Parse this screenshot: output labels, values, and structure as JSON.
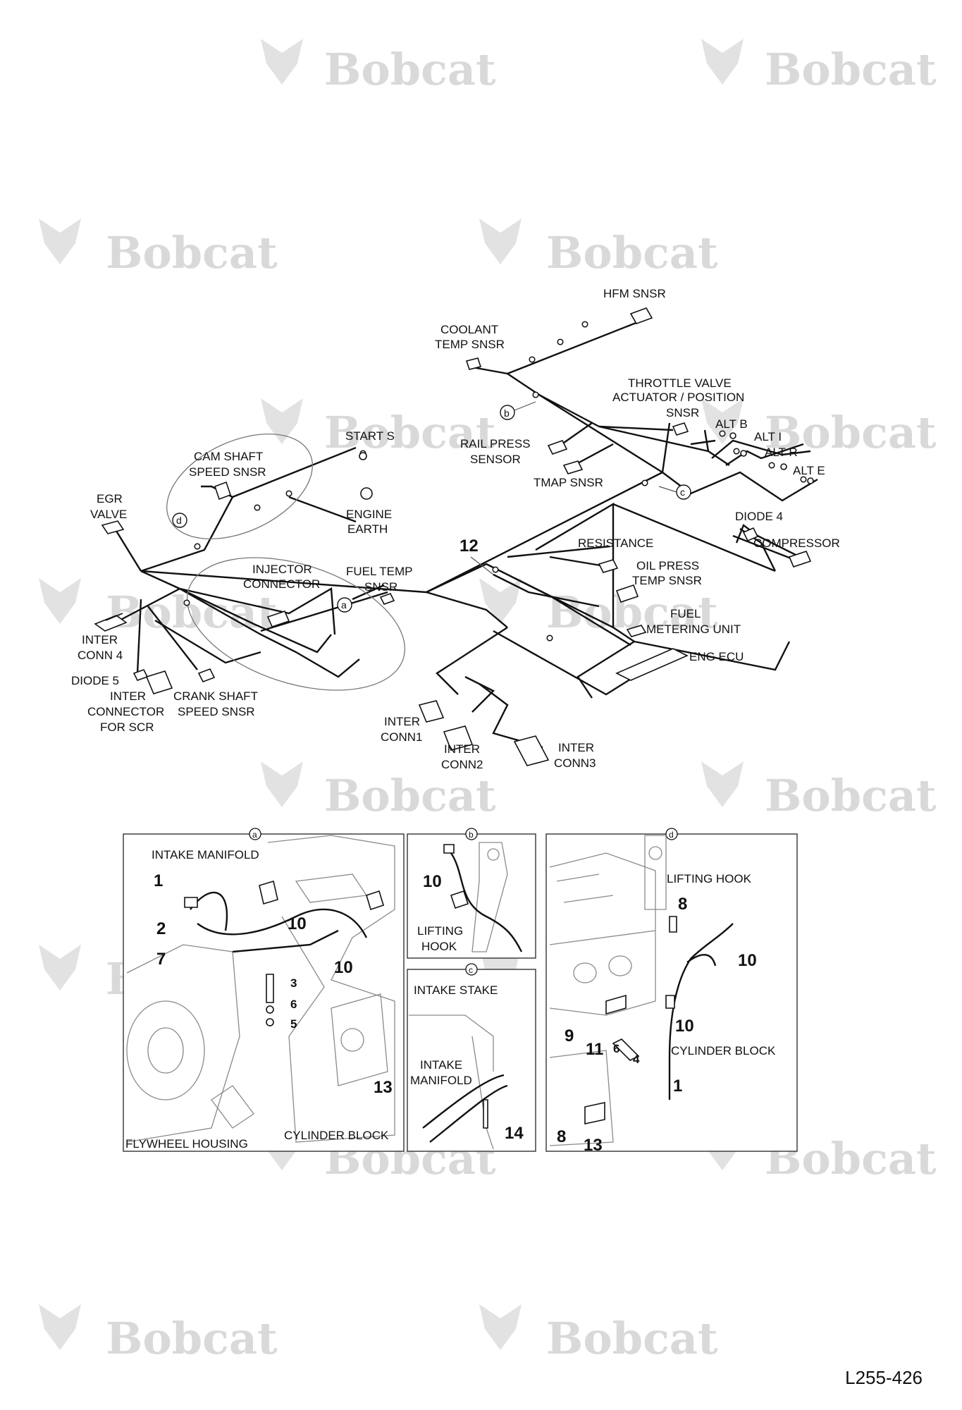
{
  "watermark": {
    "brand": "Bobcat"
  },
  "document_number": "L255-426",
  "harness_labels": {
    "hfm_snsr": "HFM SNSR",
    "coolant_temp_l1": "COOLANT",
    "coolant_temp_l2": "TEMP SNSR",
    "throttle_l1": "THROTTLE VALVE",
    "throttle_l2": "ACTUATOR / POSITION",
    "throttle_l3": "SNSR",
    "alt_b": "ALT B",
    "alt_i": "ALT I",
    "alt_r": "ALT R",
    "alt_e": "ALT E",
    "start_s": "START S",
    "rail_press_l1": "RAIL PRESS",
    "rail_press_l2": "SENSOR",
    "tmap_snsr": "TMAP SNSR",
    "cam_shaft_l1": "CAM SHAFT",
    "cam_shaft_l2": "SPEED SNSR",
    "egr_l1": "EGR",
    "egr_l2": "VALVE",
    "engine_earth_l1": "ENGINE",
    "engine_earth_l2": "EARTH",
    "diode_4": "DIODE 4",
    "compressor": "COMPRESSOR",
    "resistance": "RESISTANCE",
    "injector_l1": "INJECTOR",
    "injector_l2": "CONNECTOR",
    "fuel_temp_l1": "FUEL TEMP",
    "fuel_temp_l2": "SNSR",
    "oil_press_l1": "OIL PRESS",
    "oil_press_l2": "TEMP SNSR",
    "fuel_meter_l1": "FUEL",
    "fuel_meter_l2": "METERING UNIT",
    "eng_ecu": "ENG ECU",
    "inter_conn4_l1": "INTER",
    "inter_conn4_l2": "CONN 4",
    "diode_5": "DIODE 5",
    "inter_scr_l1": "INTER",
    "inter_scr_l2": "CONNECTOR",
    "inter_scr_l3": "FOR SCR",
    "crank_l1": "CRANK SHAFT",
    "crank_l2": "SPEED SNSR",
    "inter_conn1_l1": "INTER",
    "inter_conn1_l2": "CONN1",
    "inter_conn2_l1": "INTER",
    "inter_conn2_l2": "CONN2",
    "inter_conn3_l1": "INTER",
    "inter_conn3_l2": "CONN3",
    "callout_12": "12",
    "detail_a": "a",
    "detail_b": "b",
    "detail_c": "c",
    "detail_d": "d"
  },
  "panel_a": {
    "tag": "a",
    "intake_manifold": "INTAKE MANIFOLD",
    "flywheel_housing": "FLYWHEEL HOUSING",
    "cylinder_block": "CYLINDER BLOCK",
    "n1": "1",
    "n2": "2",
    "n7": "7",
    "n3": "3",
    "n6": "6",
    "n5": "5",
    "n10a": "10",
    "n10b": "10",
    "n13": "13"
  },
  "panel_b": {
    "tag": "b",
    "lifting_l1": "LIFTING",
    "lifting_l2": "HOOK",
    "n10": "10"
  },
  "panel_c": {
    "tag": "c",
    "intake_stake": "INTAKE STAKE",
    "intake_l1": "INTAKE",
    "intake_l2": "MANIFOLD",
    "n14": "14"
  },
  "panel_d": {
    "tag": "d",
    "lifting_hook": "LIFTING HOOK",
    "cylinder_block": "CYLINDER BLOCK",
    "n8a": "8",
    "n10a": "10",
    "n10b": "10",
    "n9": "9",
    "n11": "11",
    "n6": "6",
    "n4": "4",
    "n1": "1",
    "n8b": "8",
    "n13": "13"
  }
}
